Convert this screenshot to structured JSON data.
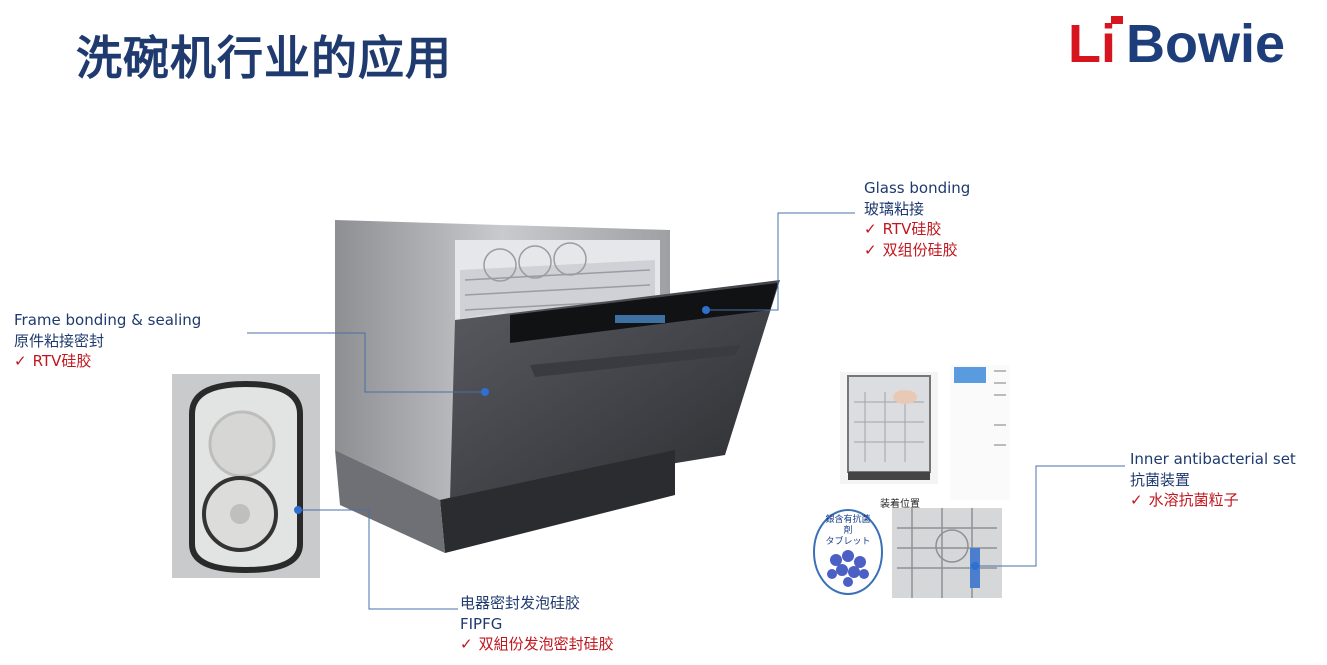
{
  "slide": {
    "title": "洗碗机行业的应用",
    "logo": {
      "text_red": "Li",
      "text_blue": "Bowie"
    }
  },
  "callouts": {
    "glass": {
      "en": "Glass bonding",
      "zh": "玻璃粘接",
      "items": [
        "RTV硅胶",
        "双组份硅胶"
      ]
    },
    "frame": {
      "en": "Frame bonding & sealing",
      "zh": "原件粘接密封",
      "items": [
        "RTV硅胶"
      ]
    },
    "inner": {
      "en": "Inner antibacterial set",
      "zh": "抗菌装置",
      "items": [
        "水溶抗菌粒子"
      ]
    },
    "seal": {
      "zh": "电器密封发泡硅胶",
      "en": "FIPFG",
      "items": [
        "双組份发泡密封硅胶"
      ]
    }
  },
  "photos": {
    "inset": {
      "label": "装着位置",
      "tablet_label_1": "銀含有抗菌剤",
      "tablet_label_2": "タブレット"
    }
  },
  "check_mark": "✓",
  "colors": {
    "navy": "#1f3a6e",
    "red": "#c0161d",
    "line": "#4a6fa8",
    "dot": "#2f6fd0"
  }
}
